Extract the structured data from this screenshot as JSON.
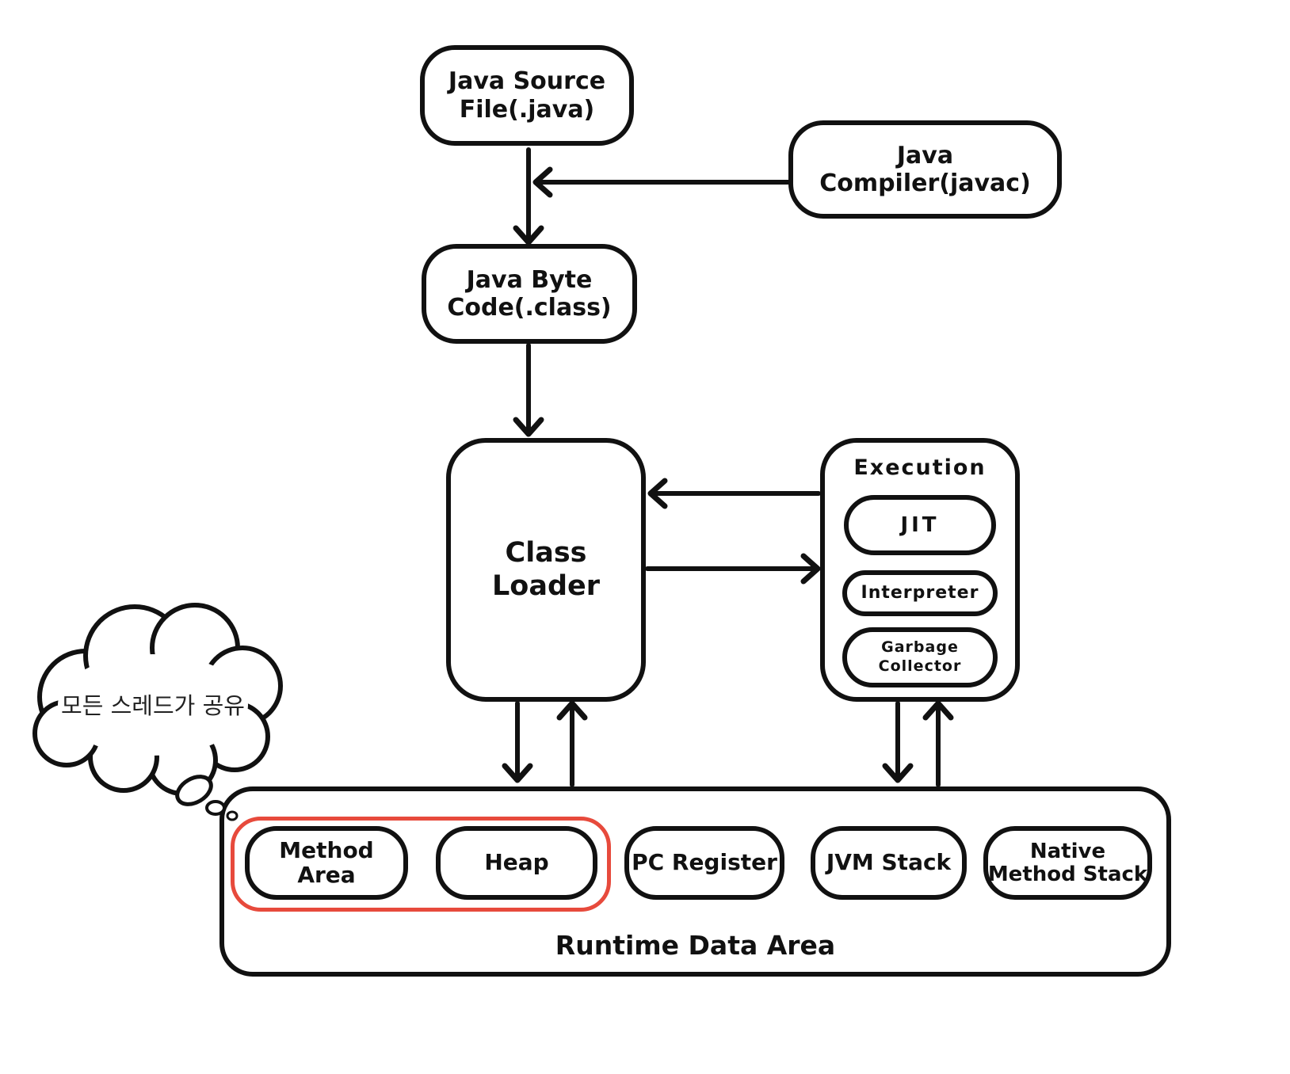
{
  "colors": {
    "ink": "#111111",
    "highlight_red": "#e74a3c",
    "background": "#ffffff"
  },
  "nodes": {
    "java_source_file": {
      "line1": "Java Source",
      "line2": "File(.java)"
    },
    "java_compiler": {
      "label": "Java Compiler(javac)"
    },
    "java_byte_code": {
      "line1": "Java Byte",
      "line2": "Code(.class)"
    },
    "class_loader": {
      "label": "Class Loader"
    },
    "execution": {
      "title": "Execution",
      "engines": [
        {
          "label": "JIT"
        },
        {
          "label": "Interpreter"
        },
        {
          "line1": "Garbage",
          "line2": "Collector"
        }
      ]
    },
    "runtime": {
      "label": "Runtime Data Area",
      "areas": [
        {
          "label": "Method Area",
          "highlighted": true
        },
        {
          "label": "Heap",
          "highlighted": true
        },
        {
          "label": "PC Register",
          "highlighted": false
        },
        {
          "label": "JVM Stack",
          "highlighted": false
        },
        {
          "line1": "Native",
          "line2": "Method Stack",
          "highlighted": false
        }
      ]
    },
    "note_cloud": {
      "label": "모든 스레드가 공유"
    }
  }
}
